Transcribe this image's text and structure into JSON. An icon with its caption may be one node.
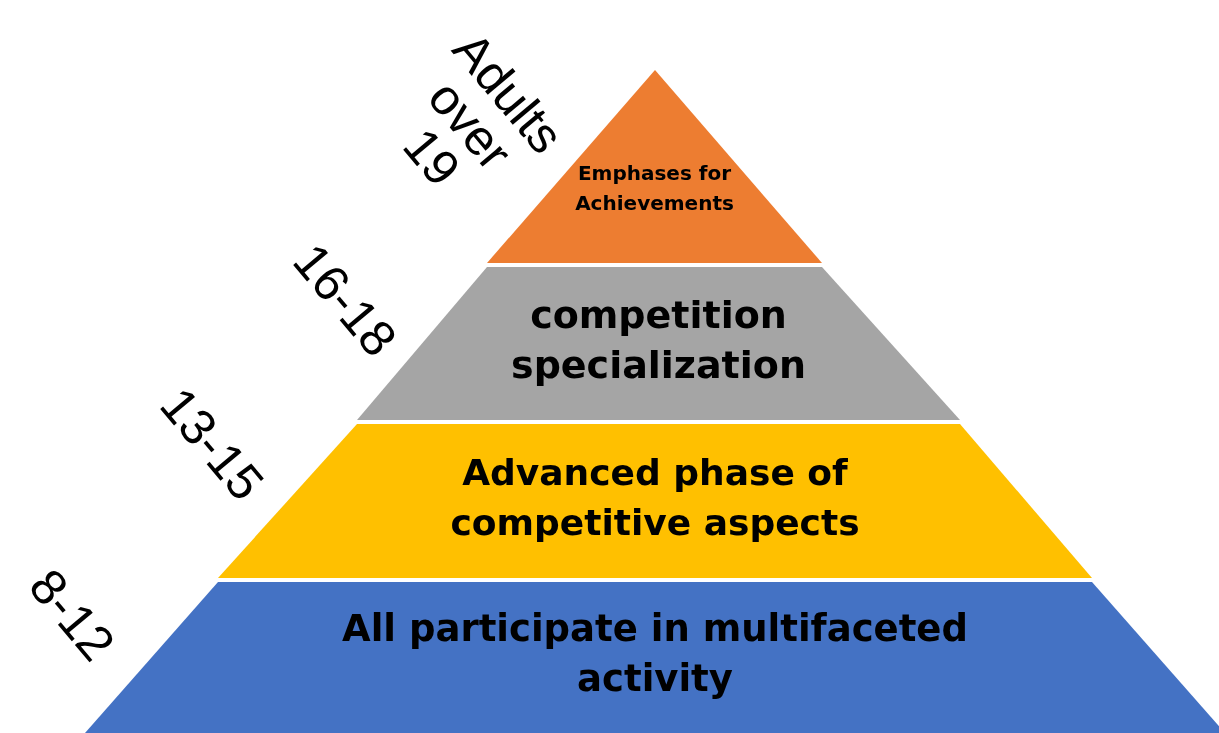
{
  "diagram": {
    "nodes": [
      {
        "text": [
          "Emphases for Achievements"
        ],
        "beside": [
          "Adults over 19"
        ]
      },
      {
        "text": [
          "competition specialization"
        ],
        "beside": [
          "16-18"
        ]
      },
      {
        "text": [
          "Advanced phase of competitive aspects"
        ],
        "beside": [
          "13-15"
        ]
      },
      {
        "text": [
          "All participate in multifaceted activity"
        ],
        "beside": [
          "8-12"
        ]
      }
    ]
  }
}
